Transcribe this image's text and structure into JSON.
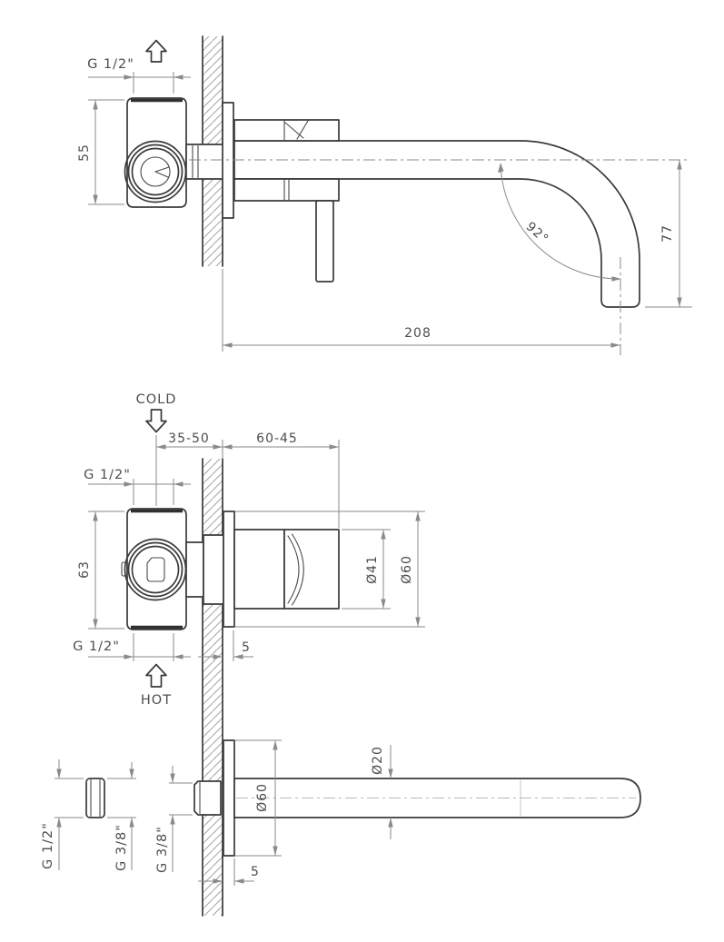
{
  "drawing": {
    "type": "technical-installation-drawing",
    "subject": "wall-mounted single-lever basin mixer with spout",
    "colors": {
      "background": "#ffffff",
      "outline": "#3a3a3a",
      "dimension": "#8a8a8a",
      "text": "#4d4d4d",
      "hatch": "#a3a3a3"
    },
    "side_view": {
      "thread": "G 1/2\"",
      "body_height": "55",
      "spout_angle": "92°",
      "spout_drop": "77",
      "spout_reach": "208"
    },
    "plan_view": {
      "cold": "COLD",
      "hot": "HOT",
      "wall_range": "35-50",
      "outside_range": "60-45",
      "thread_cold": "G 1/2\"",
      "thread_hot": "G 1/2\"",
      "body_width": "63",
      "handle_diameter": "Ø41",
      "escutcheon_diameter": "Ø60",
      "escutcheon_offset": "5"
    },
    "spout_view": {
      "adapter_thread_in": "G 1/2\"",
      "adapter_thread_out": "G 3/8\"",
      "spout_thread": "G 3/8\"",
      "escutcheon_diameter": "Ø60",
      "tube_diameter": "Ø20",
      "escutcheon_offset": "5"
    }
  }
}
